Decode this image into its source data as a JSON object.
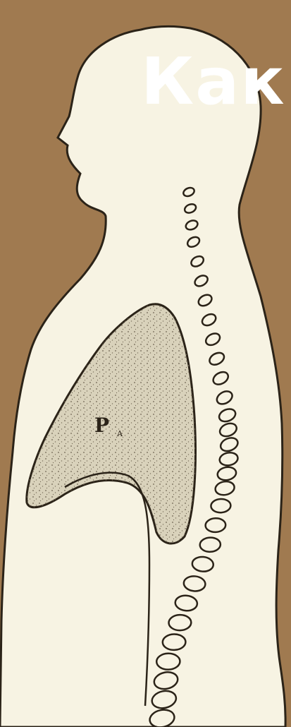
{
  "title": "Как",
  "diagram": {
    "lung_label": "P",
    "lung_subscript": "A",
    "vertebra_count": 30,
    "colors": {
      "background": "#a07a50",
      "body_fill": "#f7f3e3",
      "outline": "#2b2318",
      "lung_fill": "#d9d2bb",
      "title_text": "#ffffff"
    }
  }
}
